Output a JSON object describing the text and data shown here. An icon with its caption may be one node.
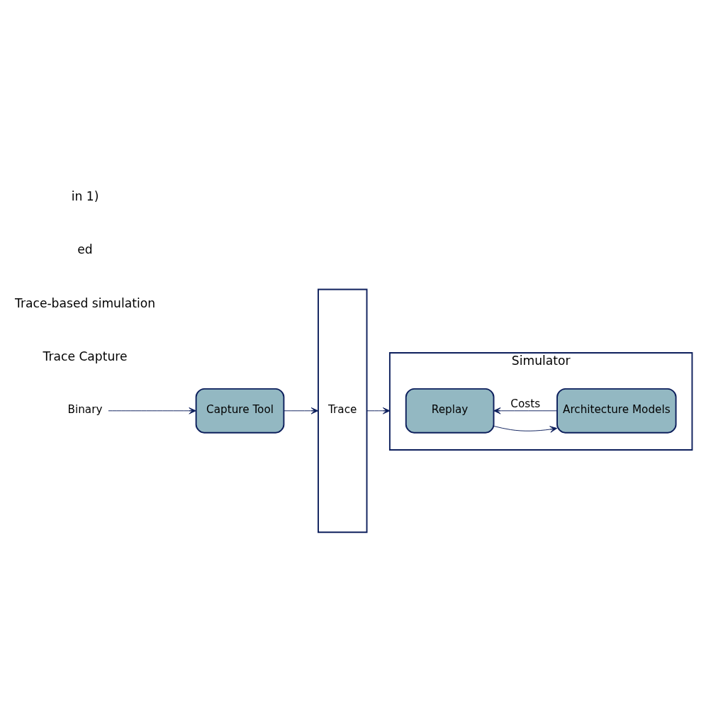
{
  "diagram": {
    "nodes": [
      {
        "text": [
          "Binary"
        ]
      },
      {
        "text": [
          "Capture Tool"
        ]
      },
      {
        "text": [
          "Trace"
        ]
      },
      {
        "text": [
          "Simulator"
        ]
      },
      {
        "text": [
          "Replay"
        ],
        "in": 3
      },
      {
        "text": [
          "Architecture Models"
        ],
        "in": 3
      }
    ],
    "edges": [
      {
        "from": 0,
        "to": 1,
        "arrow": "to"
      },
      {
        "from": 1,
        "to": 2,
        "arrow": "to"
      },
      {
        "from": 2,
        "to": 3,
        "arrow": "to"
      },
      {
        "from": 4,
        "to": 5,
        "arrow": "to"
      },
      {
        "from": 5,
        "to": 4,
        "arrow": "to",
        "label": "Costs"
      }
    ],
    "labels": [
      "Trace Capture",
      "Trace-based simulation",
      "ed",
      "in 1)"
    ]
  }
}
